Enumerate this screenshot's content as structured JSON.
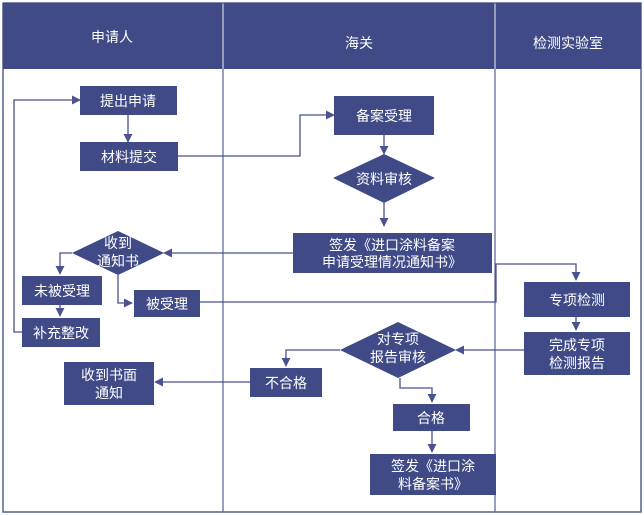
{
  "lanes": {
    "applicant": "申请人",
    "customs": "海关",
    "lab": "检测实验室"
  },
  "nodes": {
    "submit_application": "提出申请",
    "submit_materials": "材料提交",
    "filing_acceptance": "备案受理",
    "material_review": "资料审核",
    "issue_notice": [
      "签发《进口涂料备案",
      "申请受理情况通知书》"
    ],
    "receive_notice": [
      "收到",
      "通知书"
    ],
    "not_accepted": "未被受理",
    "supplement": "补充整改",
    "accepted": "被受理",
    "special_test": "专项检测",
    "complete_report": [
      "完成专项",
      "检测报告"
    ],
    "review_report": [
      "对专项",
      "报告审核"
    ],
    "unqualified": "不合格",
    "written_notice": [
      "收到书面",
      "通知"
    ],
    "qualified": "合格",
    "issue_certificate": [
      "签发《进口涂",
      "料备案书》"
    ]
  }
}
